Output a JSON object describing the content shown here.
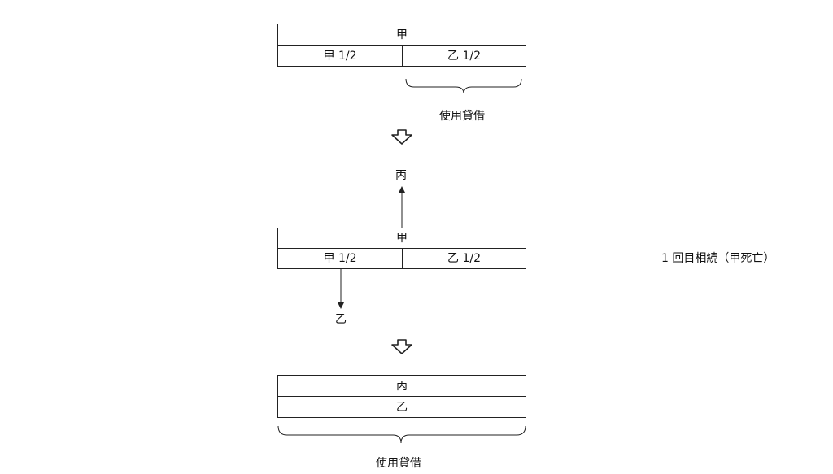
{
  "stage1": {
    "top_owner": "甲",
    "left_share": "甲 1/2",
    "right_share": "乙 1/2",
    "brace_label": "使用貸借"
  },
  "stage2": {
    "up_label": "丙",
    "top_owner": "甲",
    "left_share": "甲 1/2",
    "right_share": "乙 1/2",
    "down_label": "乙",
    "side_note": "1 回目相続（甲死亡）"
  },
  "stage3": {
    "top_owner": "丙",
    "bottom_owner": "乙",
    "brace_label": "使用貸借"
  },
  "icons": {
    "transition_arrow": "outline-down-arrow-icon"
  }
}
